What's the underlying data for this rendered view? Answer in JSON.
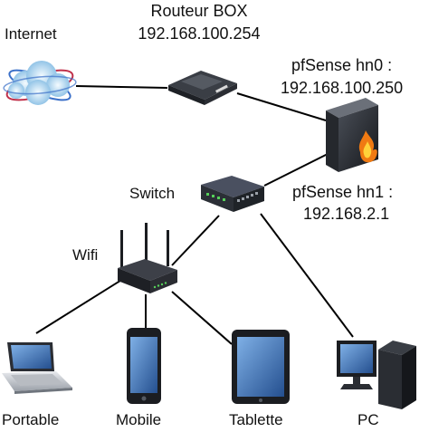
{
  "nodes": {
    "internet": {
      "label": "Internet"
    },
    "router": {
      "label_line1": "Routeur BOX",
      "label_line2": "192.168.100.254"
    },
    "pfsense_hn0": {
      "label_line1": "pfSense hn0 :",
      "label_line2": "192.168.100.250"
    },
    "pfsense_hn1": {
      "label_line1": "pfSense hn1 :",
      "label_line2": "192.168.2.1"
    },
    "switch": {
      "label": "Switch"
    },
    "wifi": {
      "label": "Wifi"
    },
    "laptop": {
      "label": "Portable"
    },
    "mobile": {
      "label": "Mobile"
    },
    "tablet": {
      "label": "Tablette"
    },
    "pc": {
      "label": "PC"
    }
  },
  "colors": {
    "link_line": "#000000",
    "device_dark": "#2b2f36",
    "screen_blue": "#3f6fb0",
    "flame_orange": "#f07a12",
    "cloud_blue": "#8cc3ea"
  }
}
